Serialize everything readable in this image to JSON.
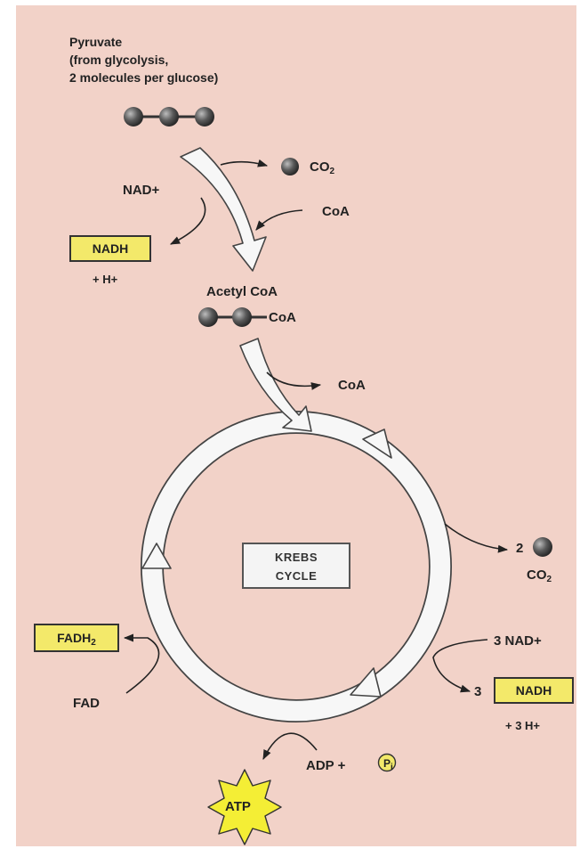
{
  "pyruvate": {
    "line1": "Pyruvate",
    "line2": "(from glycolysis,",
    "line3": "2 molecules per glucose)"
  },
  "step1": {
    "co2": "CO",
    "co2_sub": "2",
    "nad_in": "NAD+",
    "coa_in": "CoA",
    "nadh": "NADH",
    "h_plus": "+ H+"
  },
  "acetyl": {
    "title": "Acetyl CoA",
    "coa": "CoA",
    "coa_out": "CoA"
  },
  "cycle": {
    "label1": "KREBS",
    "label2": "CYCLE",
    "co2_count": "2",
    "co2": "CO",
    "co2_sub": "2",
    "nad_in": "3 NAD+",
    "nadh_count": "3",
    "nadh": "NADH",
    "h_plus": "+ 3 H+",
    "fadh": "FADH",
    "fadh_sub": "2",
    "fad": "FAD",
    "adp": "ADP +",
    "pi": "P",
    "pi_sub": "i",
    "atp": "ATP"
  },
  "colors": {
    "background": "#f2d2c8",
    "molecule": "#5a5a5a",
    "highlight_box": "#f3e96a",
    "atp_burst": "#f4ee35",
    "arrow_fill": "#f7f7f7"
  }
}
